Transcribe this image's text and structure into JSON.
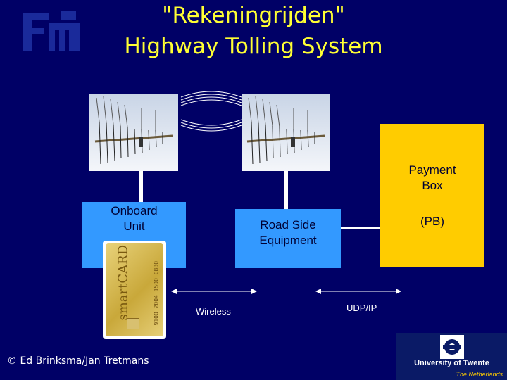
{
  "title": {
    "line1": "\"Rekeningrijden\"",
    "line2": "Highway Tolling System"
  },
  "logo": {
    "name": "fmt-logo",
    "text": "FMT"
  },
  "boxes": {
    "onboard": {
      "line1": "Onboard",
      "line2": "Unit"
    },
    "roadside": {
      "line1": "Road Side",
      "line2": "Equipment"
    },
    "payment": {
      "line1": "Payment",
      "line2": "Box",
      "abbr": "(PB)"
    }
  },
  "card": {
    "text": "smartCARD",
    "number": "9100 2004 1500 0880"
  },
  "links": {
    "wireless": "Wireless",
    "udp": "UDP/IP"
  },
  "footer": {
    "copyright": "© Ed Brinksma/Jan Tretmans",
    "university": "University of Twente",
    "country": "The Netherlands"
  },
  "colors": {
    "background": "#000066",
    "title": "#ffff33",
    "blue_box": "#3399ff",
    "yellow_box": "#ffcc00"
  }
}
